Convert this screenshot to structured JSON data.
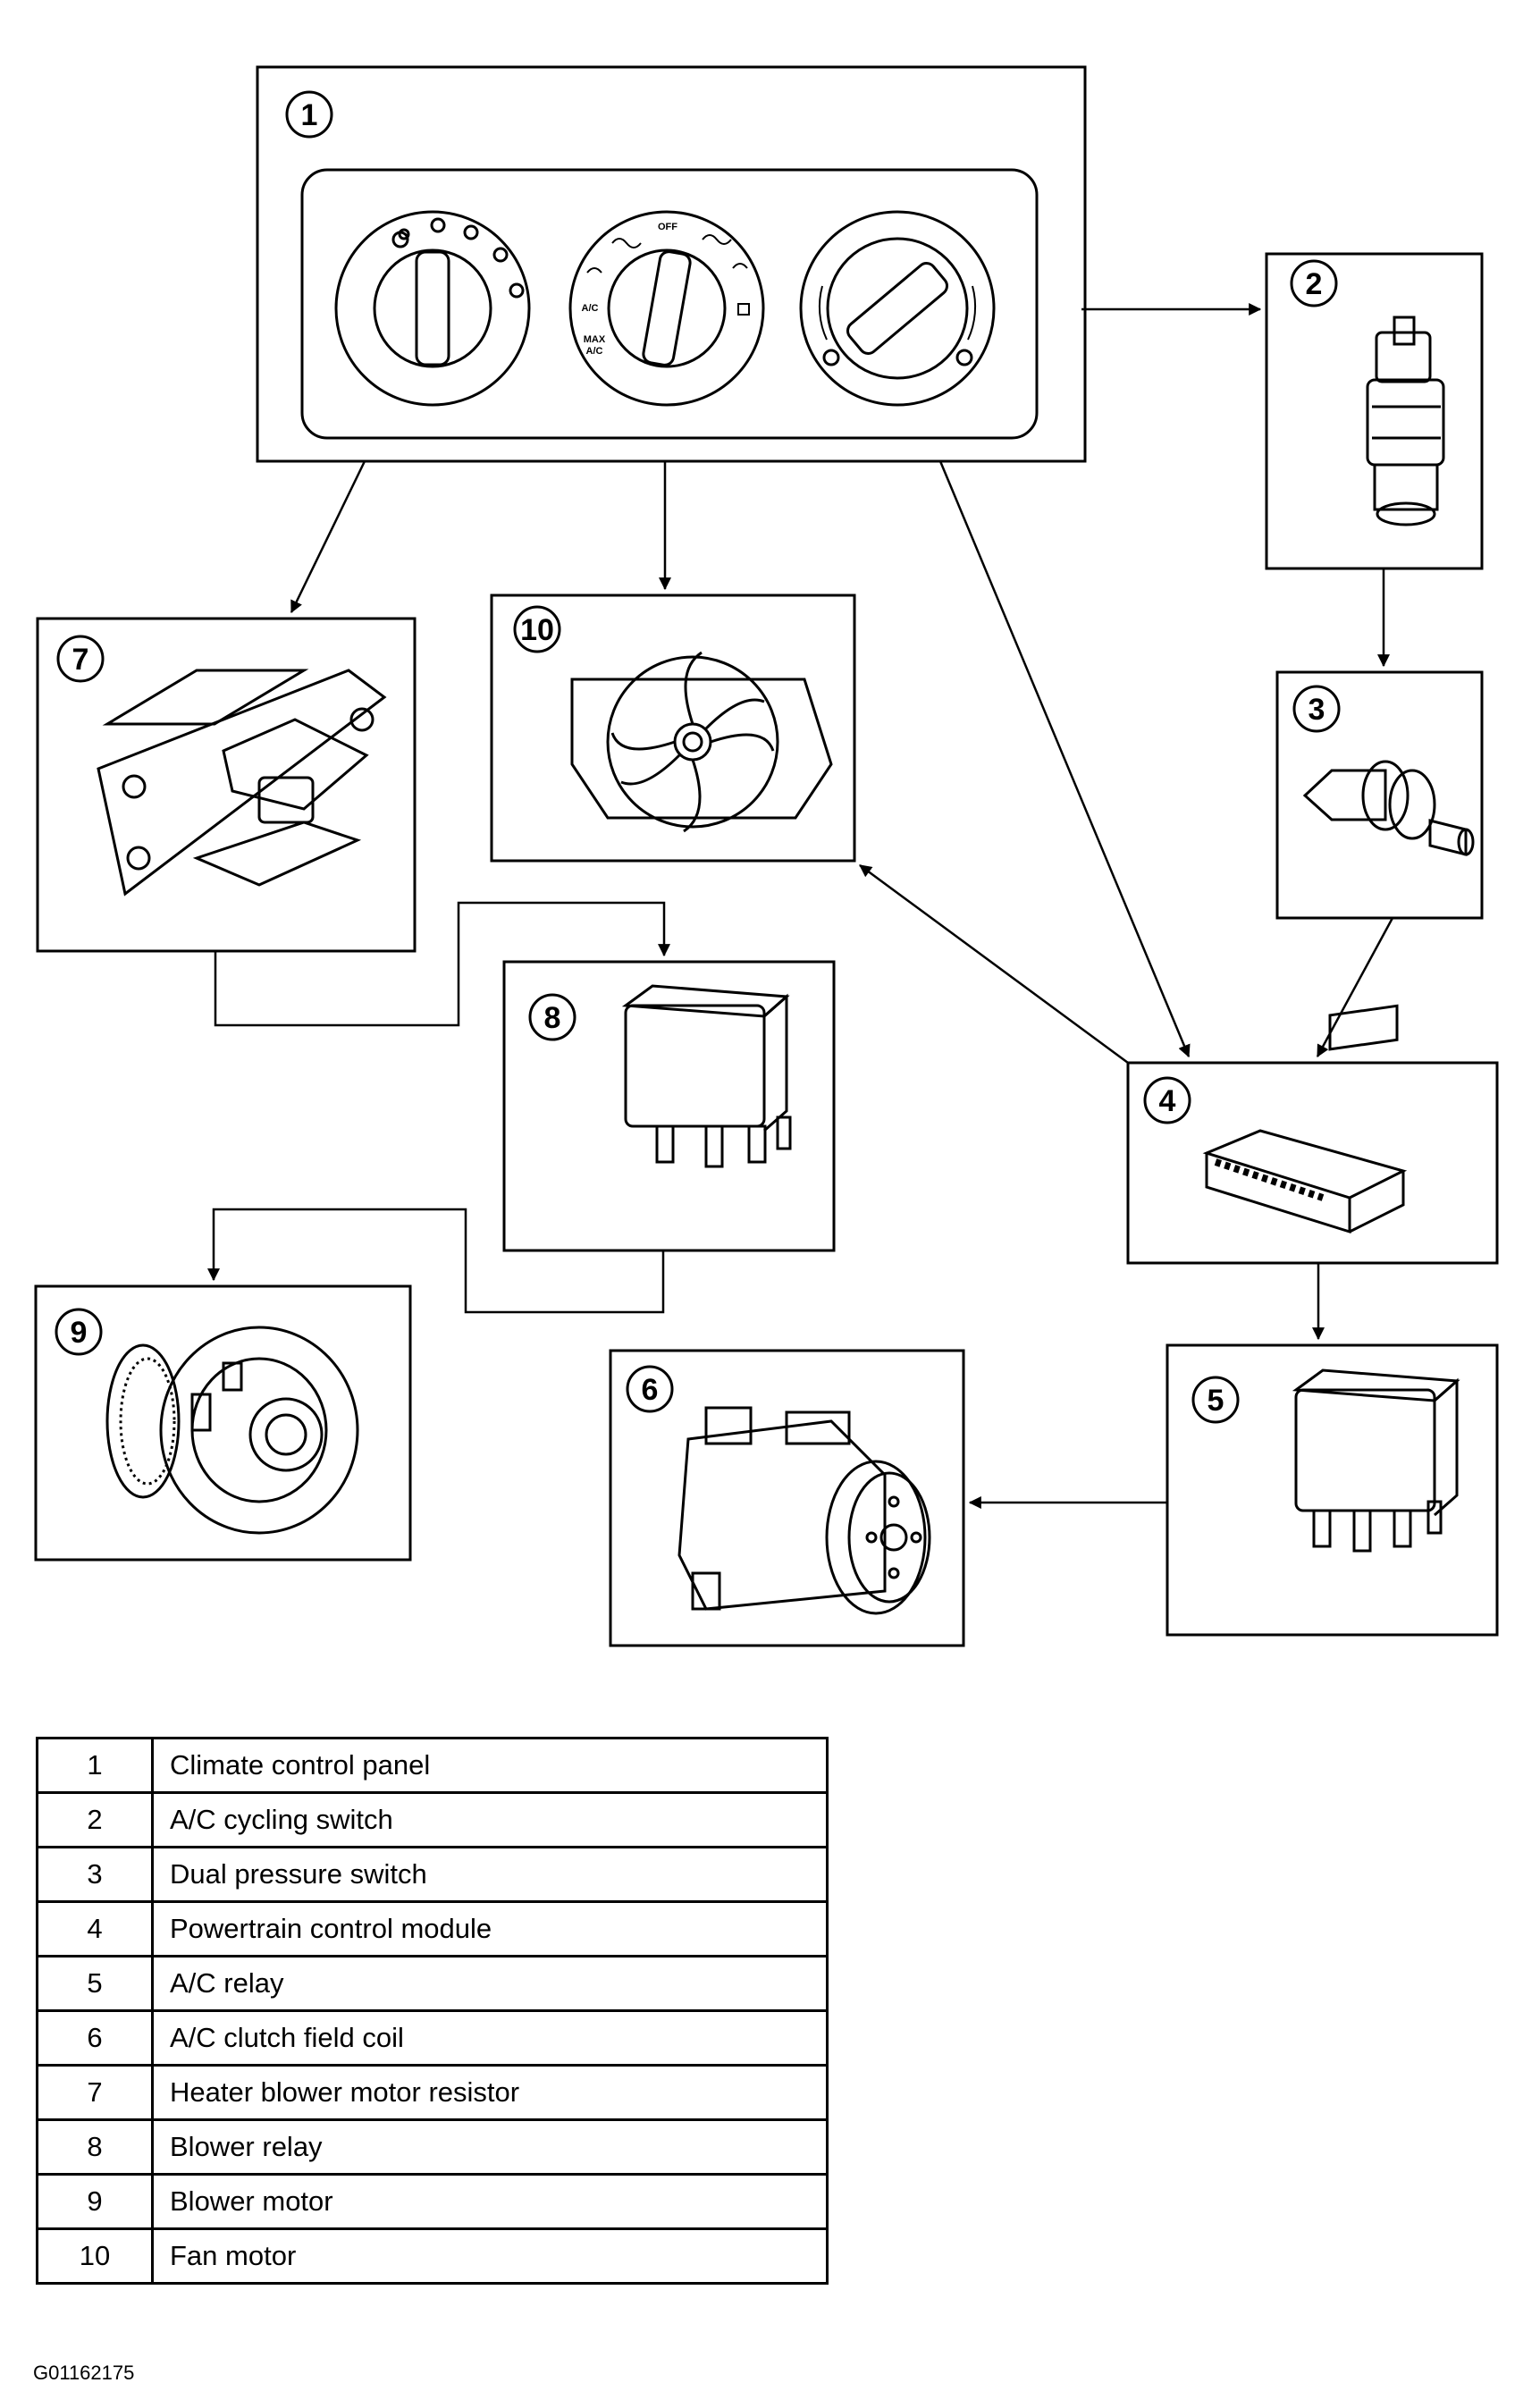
{
  "diagram": {
    "components": [
      {
        "number": "1",
        "icon": "climate-control-panel-icon"
      },
      {
        "number": "2",
        "icon": "ac-cycling-switch-icon"
      },
      {
        "number": "3",
        "icon": "dual-pressure-switch-icon"
      },
      {
        "number": "4",
        "icon": "powertrain-control-module-icon"
      },
      {
        "number": "5",
        "icon": "relay-icon"
      },
      {
        "number": "6",
        "icon": "ac-compressor-clutch-icon"
      },
      {
        "number": "7",
        "icon": "blower-motor-resistor-icon"
      },
      {
        "number": "8",
        "icon": "relay-icon"
      },
      {
        "number": "9",
        "icon": "blower-motor-icon"
      },
      {
        "number": "10",
        "icon": "cooling-fan-icon"
      }
    ],
    "panel_labels": {
      "off": "OFF",
      "ac": "A/C",
      "max_ac_1": "MAX",
      "max_ac_2": "A/C"
    }
  },
  "legend": {
    "rows": [
      {
        "number": "1",
        "description": "Climate control panel"
      },
      {
        "number": "2",
        "description": "A/C cycling switch"
      },
      {
        "number": "3",
        "description": "Dual pressure switch"
      },
      {
        "number": "4",
        "description": "Powertrain control module"
      },
      {
        "number": "5",
        "description": "A/C relay"
      },
      {
        "number": "6",
        "description": "A/C clutch field coil"
      },
      {
        "number": "7",
        "description": "Heater blower motor resistor"
      },
      {
        "number": "8",
        "description": "Blower relay"
      },
      {
        "number": "9",
        "description": "Blower motor"
      },
      {
        "number": "10",
        "description": "Fan motor"
      }
    ]
  },
  "figure_id": "G01162175"
}
